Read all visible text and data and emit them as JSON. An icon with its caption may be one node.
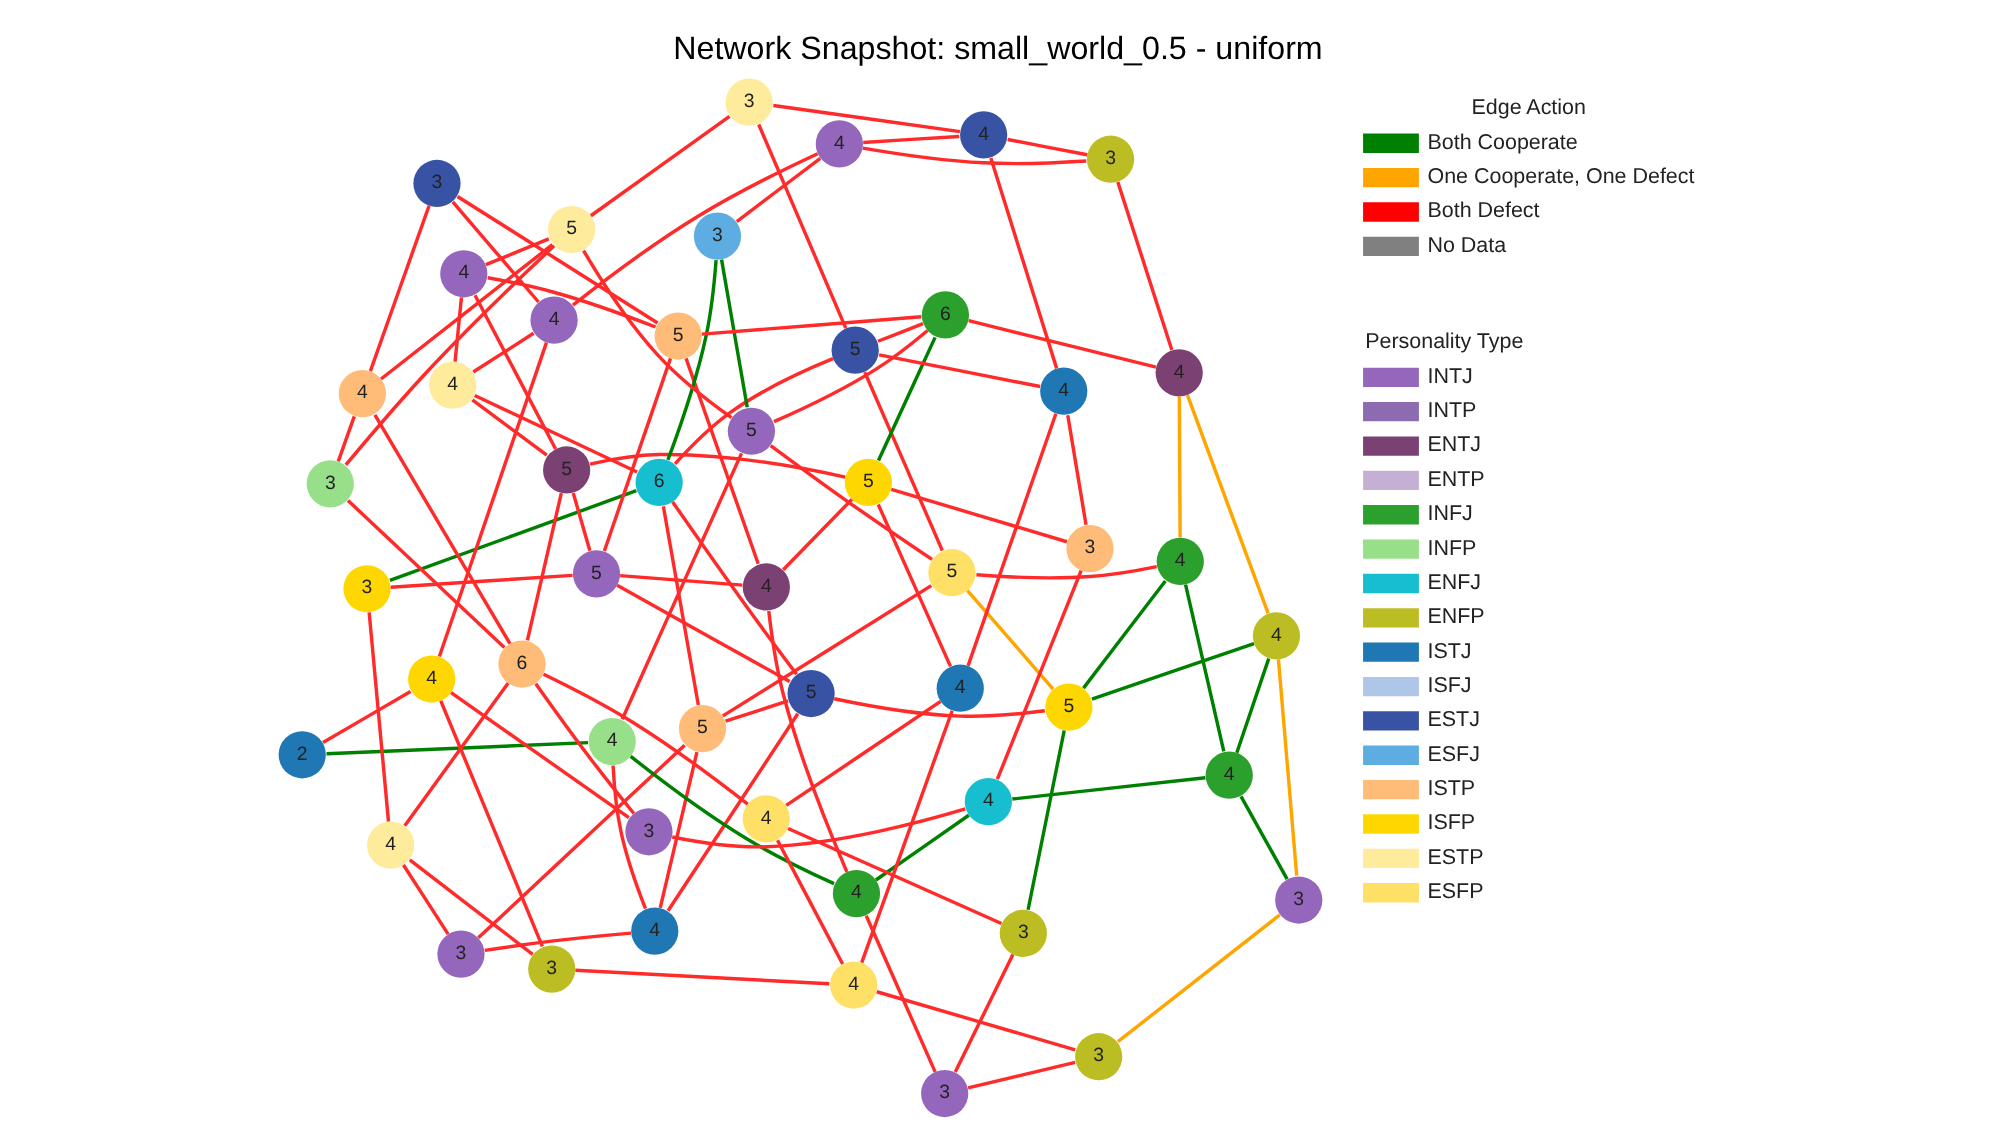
{
  "diagram": {
    "title": "Network Snapshot: small_world_0.5 - uniform",
    "nodes": [
      {
        "text": [
          "4"
        ]
      },
      {
        "text": [
          "3"
        ]
      },
      {
        "text": [
          "2"
        ]
      },
      {
        "text": [
          "4"
        ]
      },
      {
        "text": [
          "3"
        ]
      },
      {
        "text": [
          "5"
        ]
      },
      {
        "text": [
          "4"
        ]
      },
      {
        "text": [
          "5"
        ]
      },
      {
        "text": [
          "4"
        ]
      },
      {
        "text": [
          "3"
        ]
      },
      {
        "text": [
          "5"
        ]
      },
      {
        "text": [
          "3"
        ]
      },
      {
        "text": [
          "4"
        ]
      },
      {
        "text": [
          "5"
        ]
      },
      {
        "text": [
          "4"
        ]
      },
      {
        "text": [
          "3"
        ]
      },
      {
        "text": [
          "3"
        ]
      },
      {
        "text": [
          "4"
        ]
      },
      {
        "text": [
          "5"
        ]
      },
      {
        "text": [
          "3"
        ]
      },
      {
        "text": [
          "5"
        ]
      },
      {
        "text": [
          "6"
        ]
      },
      {
        "text": [
          "3"
        ]
      },
      {
        "text": [
          "4"
        ]
      },
      {
        "text": [
          "4"
        ]
      },
      {
        "text": [
          "4"
        ]
      },
      {
        "text": [
          "4"
        ]
      },
      {
        "text": [
          "4"
        ]
      },
      {
        "text": [
          "5"
        ]
      },
      {
        "text": [
          "4"
        ]
      },
      {
        "text": [
          "6"
        ]
      },
      {
        "text": [
          "5"
        ]
      },
      {
        "text": [
          "4"
        ]
      },
      {
        "text": [
          "5"
        ]
      },
      {
        "text": [
          "3"
        ]
      },
      {
        "text": [
          "4"
        ]
      },
      {
        "text": [
          "6"
        ]
      },
      {
        "text": [
          "5"
        ]
      },
      {
        "text": [
          "3"
        ]
      },
      {
        "text": [
          "4"
        ]
      },
      {
        "text": [
          "3"
        ]
      },
      {
        "text": [
          "5"
        ]
      },
      {
        "text": [
          "4"
        ]
      },
      {
        "text": [
          "4"
        ]
      },
      {
        "text": [
          "3"
        ]
      },
      {
        "text": [
          "4"
        ]
      },
      {
        "text": [
          "3"
        ]
      },
      {
        "text": [
          "4"
        ]
      },
      {
        "text": [
          "3"
        ]
      },
      {
        "text": [
          "4"
        ]
      }
    ],
    "edges": [
      {
        "from": 1,
        "to": 0,
        "arrow": "none"
      },
      {
        "from": 1,
        "to": 5,
        "arrow": "none"
      },
      {
        "from": 1,
        "to": 8,
        "arrow": "none"
      },
      {
        "from": 0,
        "to": 5,
        "arrow": "none"
      },
      {
        "from": 0,
        "to": 3,
        "arrow": "none"
      },
      {
        "from": 0,
        "to": 7,
        "arrow": "none"
      },
      {
        "from": 2,
        "to": 3,
        "arrow": "none",
        "color": "#008000"
      },
      {
        "from": 2,
        "to": 27,
        "arrow": "none"
      },
      {
        "from": 3,
        "to": 6,
        "arrow": "none",
        "color": "#008000"
      },
      {
        "from": 3,
        "to": 28,
        "arrow": "none"
      },
      {
        "from": 6,
        "to": 4,
        "arrow": "none"
      },
      {
        "from": 6,
        "to": 17,
        "arrow": "none",
        "color": "#008000"
      },
      {
        "from": 6,
        "to": 14,
        "arrow": "none"
      },
      {
        "from": 4,
        "to": 11,
        "arrow": "none"
      },
      {
        "from": 4,
        "to": 15,
        "arrow": "none"
      },
      {
        "from": 5,
        "to": 7,
        "arrow": "none"
      },
      {
        "from": 5,
        "to": 21,
        "arrow": "none"
      },
      {
        "from": 5,
        "to": 18,
        "arrow": "none"
      },
      {
        "from": 7,
        "to": 10,
        "arrow": "none"
      },
      {
        "from": 7,
        "to": 13,
        "arrow": "none"
      },
      {
        "from": 7,
        "to": 21,
        "arrow": "none"
      },
      {
        "from": 8,
        "to": 9,
        "arrow": "none"
      },
      {
        "from": 8,
        "to": 19,
        "arrow": "none"
      },
      {
        "from": 8,
        "to": 30,
        "arrow": "none"
      },
      {
        "from": 9,
        "to": 21,
        "arrow": "none",
        "color": "#008000"
      },
      {
        "from": 9,
        "to": 13,
        "arrow": "none"
      },
      {
        "from": 10,
        "to": 11,
        "arrow": "none",
        "color": "#008000"
      },
      {
        "from": 10,
        "to": 18,
        "arrow": "none",
        "color": "#ffa500"
      },
      {
        "from": 10,
        "to": 23,
        "arrow": "none",
        "color": "#008000"
      },
      {
        "from": 10,
        "to": 24,
        "arrow": "none",
        "color": "#008000"
      },
      {
        "from": 11,
        "to": 26,
        "arrow": "none"
      },
      {
        "from": 17,
        "to": 12,
        "arrow": "none",
        "color": "#008000"
      },
      {
        "from": 12,
        "to": 16,
        "arrow": "none",
        "color": "#008000"
      },
      {
        "from": 12,
        "to": 24,
        "arrow": "none",
        "color": "#008000"
      },
      {
        "from": 12,
        "to": 23,
        "arrow": "none",
        "color": "#008000"
      },
      {
        "from": 13,
        "to": 14,
        "arrow": "none"
      },
      {
        "from": 13,
        "to": 20,
        "arrow": "none"
      },
      {
        "from": 13,
        "to": 33,
        "arrow": "none"
      },
      {
        "from": 14,
        "to": 31,
        "arrow": "none"
      },
      {
        "from": 14,
        "to": 33,
        "arrow": "none"
      },
      {
        "from": 15,
        "to": 16,
        "arrow": "none",
        "color": "#ffa500"
      },
      {
        "from": 15,
        "to": 25,
        "arrow": "none"
      },
      {
        "from": 16,
        "to": 24,
        "arrow": "none",
        "color": "#ffa500"
      },
      {
        "from": 17,
        "to": 34,
        "arrow": "none"
      },
      {
        "from": 17,
        "to": 22,
        "arrow": "none"
      },
      {
        "from": 18,
        "to": 23,
        "arrow": "none"
      },
      {
        "from": 18,
        "to": 37,
        "arrow": "none"
      },
      {
        "from": 18,
        "to": 28,
        "arrow": "none"
      },
      {
        "from": 19,
        "to": 25,
        "arrow": "none"
      },
      {
        "from": 19,
        "to": 27,
        "arrow": "none"
      },
      {
        "from": 20,
        "to": 29,
        "arrow": "none"
      },
      {
        "from": 20,
        "to": 30,
        "arrow": "none"
      },
      {
        "from": 20,
        "to": 31,
        "arrow": "none"
      },
      {
        "from": 20,
        "to": 32,
        "arrow": "none"
      },
      {
        "from": 21,
        "to": 40,
        "arrow": "none",
        "color": "#008000"
      },
      {
        "from": 21,
        "to": 37,
        "arrow": "none"
      },
      {
        "from": 21,
        "to": 29,
        "arrow": "none"
      },
      {
        "from": 22,
        "to": 27,
        "arrow": "none"
      },
      {
        "from": 22,
        "to": 30,
        "arrow": "none"
      },
      {
        "from": 23,
        "to": 39,
        "arrow": "none",
        "color": "#ffa500"
      },
      {
        "from": 24,
        "to": 39,
        "arrow": "none",
        "color": "#ffa500"
      },
      {
        "from": 25,
        "to": 26,
        "arrow": "none"
      },
      {
        "from": 25,
        "to": 35,
        "arrow": "none"
      },
      {
        "from": 26,
        "to": 35,
        "arrow": "none"
      },
      {
        "from": 26,
        "to": 30,
        "arrow": "none"
      },
      {
        "from": 27,
        "to": 43,
        "arrow": "none"
      },
      {
        "from": 28,
        "to": 40,
        "arrow": "none",
        "color": "#008000"
      },
      {
        "from": 28,
        "to": 36,
        "arrow": "none"
      },
      {
        "from": 28,
        "to": 41,
        "arrow": "none"
      },
      {
        "from": 31,
        "to": 36,
        "arrow": "none",
        "color": "#008000"
      },
      {
        "from": 31,
        "to": 35,
        "arrow": "none"
      },
      {
        "from": 31,
        "to": 34,
        "arrow": "none"
      },
      {
        "from": 33,
        "to": 36,
        "arrow": "none"
      },
      {
        "from": 33,
        "to": 32,
        "arrow": "none"
      },
      {
        "from": 33,
        "to": 44,
        "arrow": "none"
      },
      {
        "from": 34,
        "to": 45,
        "arrow": "none"
      },
      {
        "from": 35,
        "to": 45,
        "arrow": "none"
      },
      {
        "from": 37,
        "to": 36,
        "arrow": "none"
      },
      {
        "from": 37,
        "to": 46,
        "arrow": "none"
      },
      {
        "from": 37,
        "to": 45,
        "arrow": "none"
      },
      {
        "from": 36,
        "to": 39,
        "arrow": "none"
      },
      {
        "from": 39,
        "to": 48,
        "arrow": "none"
      },
      {
        "from": 45,
        "to": 49,
        "arrow": "none"
      },
      {
        "from": 48,
        "to": 47,
        "arrow": "none"
      },
      {
        "from": 48,
        "to": 49,
        "arrow": "none"
      },
      {
        "from": 47,
        "to": 49,
        "arrow": "none"
      },
      {
        "from": 47,
        "to": 43,
        "arrow": "none"
      },
      {
        "from": 47,
        "to": 40,
        "arrow": "none"
      },
      {
        "from": 46,
        "to": 49,
        "arrow": "none"
      },
      {
        "from": 46,
        "to": 41,
        "arrow": "none"
      },
      {
        "from": 41,
        "to": 42,
        "arrow": "none"
      },
      {
        "from": 41,
        "to": 38,
        "arrow": "none"
      },
      {
        "from": 41,
        "to": 32,
        "arrow": "none"
      },
      {
        "from": 42,
        "to": 44,
        "arrow": "none"
      },
      {
        "from": 42,
        "to": 38,
        "arrow": "none"
      },
      {
        "from": 42,
        "to": 30,
        "arrow": "none"
      },
      {
        "from": 38,
        "to": 30,
        "arrow": "none"
      },
      {
        "from": 44,
        "to": 43,
        "arrow": "none"
      },
      {
        "from": 43,
        "to": 29,
        "arrow": "none"
      },
      {
        "from": 32,
        "to": 29,
        "arrow": "none"
      }
    ],
    "labels": [
      "Edge Action",
      "Personality Type"
    ],
    "legend": [
      {
        "text": "Both Cooperate",
        "color": "#008000"
      },
      {
        "text": "One Cooperate, One Defect",
        "color": "#ffa500"
      },
      {
        "text": "Both Defect",
        "color": "#ff0000"
      },
      {
        "text": "No Data",
        "color": "#808080"
      },
      {
        "text": "INTJ",
        "color": "#9467bd"
      },
      {
        "text": "INTP",
        "color": "#8c6bb1"
      },
      {
        "text": "ENTJ",
        "color": "#7b4173"
      },
      {
        "text": "ENTP",
        "color": "#c5b0d5"
      },
      {
        "text": "INFJ",
        "color": "#2ca02c"
      },
      {
        "text": "INFP",
        "color": "#98df8a"
      },
      {
        "text": "ENFJ",
        "color": "#17becf"
      },
      {
        "text": "ENFP",
        "color": "#bcbd22"
      },
      {
        "text": "ISTJ",
        "color": "#1f77b4"
      },
      {
        "text": "ISFJ",
        "color": "#aec7e8"
      },
      {
        "text": "ESTJ",
        "color": "#3953a4"
      },
      {
        "text": "ESFJ",
        "color": "#5dade2"
      },
      {
        "text": "ISTP",
        "color": "#ffbb78"
      },
      {
        "text": "ISFP",
        "color": "#ffd700"
      },
      {
        "text": "ESTP",
        "color": "#ffeb9c"
      },
      {
        "text": "ESFP",
        "color": "#ffe066"
      }
    ]
  }
}
